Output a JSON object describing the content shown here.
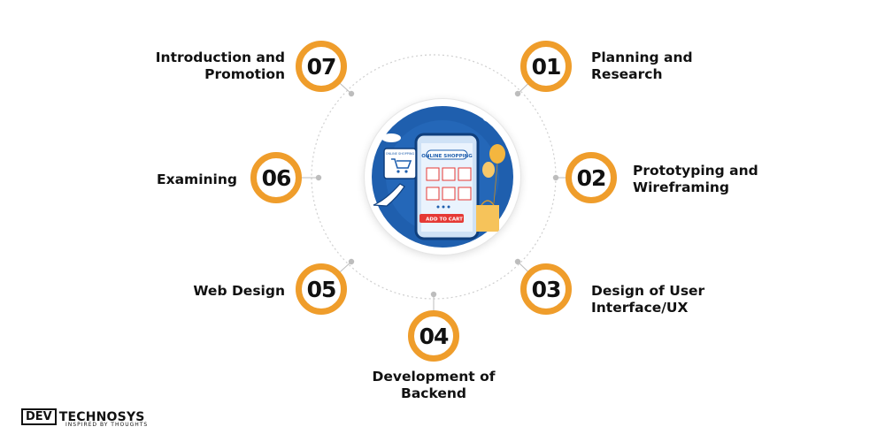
{
  "steps": [
    {
      "number": "01",
      "label_lines": [
        "Planning and",
        "Research"
      ]
    },
    {
      "number": "02",
      "label_lines": [
        "Prototyping and",
        "Wireframing"
      ]
    },
    {
      "number": "03",
      "label_lines": [
        "Design of User",
        "Interface/UX"
      ]
    },
    {
      "number": "04",
      "label_lines": [
        "Development of",
        "Backend"
      ]
    },
    {
      "number": "05",
      "label_lines": [
        "Web Design"
      ]
    },
    {
      "number": "06",
      "label_lines": [
        "Examining"
      ]
    },
    {
      "number": "07",
      "label_lines": [
        "Introduction and",
        "Promotion"
      ]
    }
  ],
  "illustration": {
    "screen_banner": "ONLINE SHOPPING",
    "card_label": "ONLINE SHOPPING",
    "cart_button": "ADD TO CART"
  },
  "logo": {
    "box_text": "DEV",
    "main_text": "TECHNOSYS",
    "tagline": "INSPIRED BY THOUGHTS"
  },
  "colors": {
    "accent": "#ef9d2b",
    "illustration_blue": "#1f5fae",
    "cart_red": "#e53935"
  }
}
